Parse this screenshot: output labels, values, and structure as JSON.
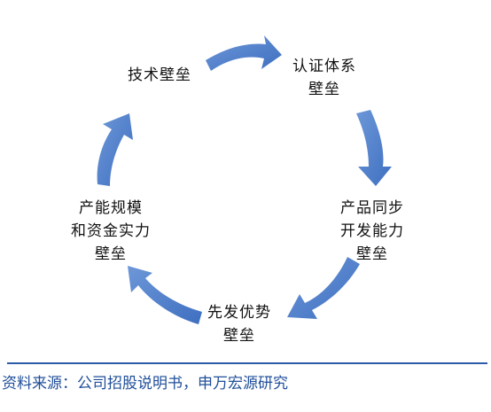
{
  "nodes": {
    "tech": [
      "技术壁垒"
    ],
    "cert": [
      "认证体系",
      "壁垒"
    ],
    "sync": [
      "产品同步",
      "开发能力",
      "壁垒"
    ],
    "first": [
      "先发优势",
      "壁垒"
    ],
    "scale": [
      "产能规模",
      "和资金实力",
      "壁垒"
    ]
  },
  "colors": {
    "arrow": "#3e6fc0",
    "arrow_light": "#6d97d8",
    "source_text": "#1f4e9a",
    "divider": "#2d5ca8"
  },
  "source_note": "资料来源：公司招股说明书，申万宏源研究"
}
